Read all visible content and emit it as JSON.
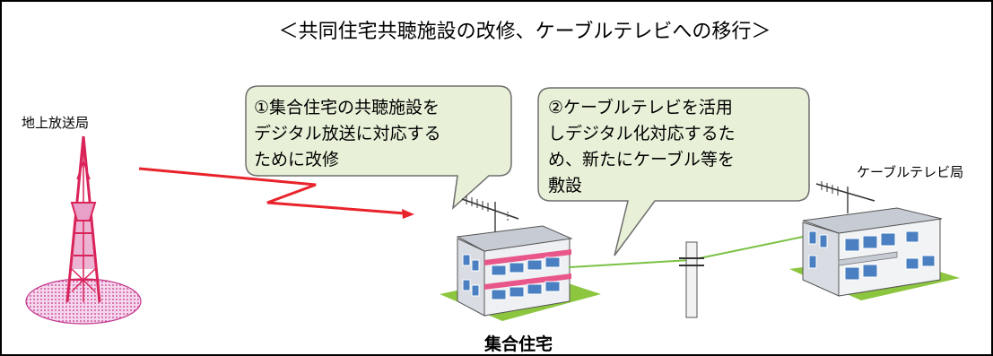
{
  "diagram": {
    "title": "＜共同住宅共聴施設の改修、ケーブルテレビへの移行＞",
    "station_label": "地上放送局",
    "callout1": [
      "①集合住宅の共聴施設を",
      "デジタル放送に対応する",
      "ために改修"
    ],
    "callout2": [
      "②ケーブルテレビを活用",
      "しデジタル化対応するた",
      "め、新たにケーブル等を",
      "敷設"
    ],
    "cable_station_label": "ケーブルテレビ局",
    "apartment_label": "集合住宅"
  },
  "colors": {
    "callout_fill": "#e8f1d8",
    "callout_stroke": "#6e6e6e",
    "signal": "#e8232b",
    "cable": "#7bc144",
    "tower": "#d9245a",
    "tower_fill": "#e8a0c8",
    "lawn": "#8cc63f"
  },
  "icons": [
    "broadcast-tower-icon",
    "tv-antenna-icon",
    "utility-pole-icon",
    "apartment-building-icon",
    "cable-station-building-icon"
  ]
}
